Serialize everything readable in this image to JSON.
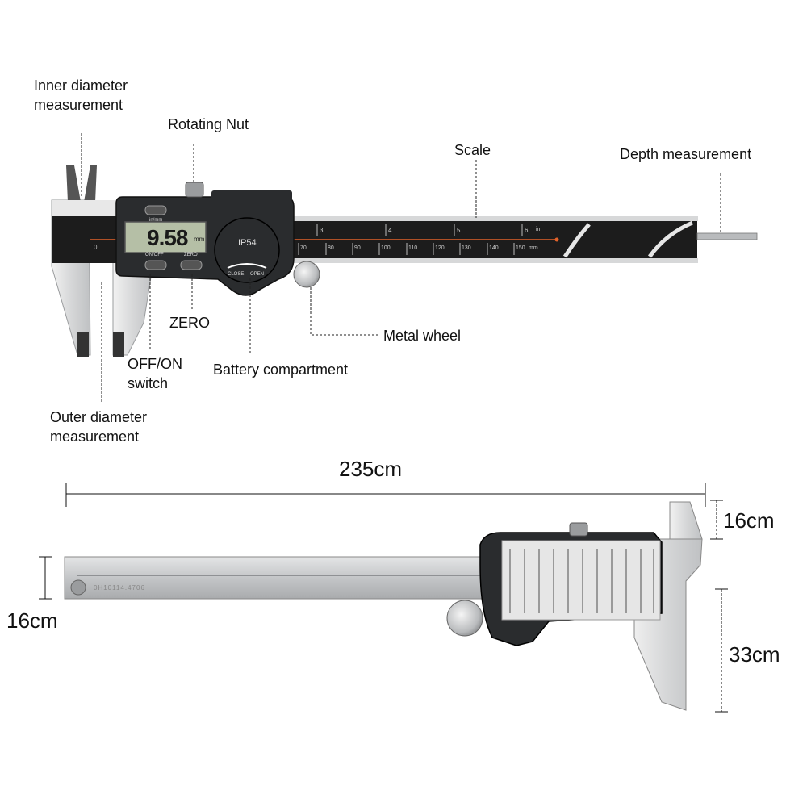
{
  "callouts": {
    "inner_diameter_line1": "Inner diameter",
    "inner_diameter_line2": "measurement",
    "rotating_nut": "Rotating Nut",
    "scale": "Scale",
    "depth_measurement": "Depth measurement",
    "zero": "ZERO",
    "off_on_line1": "OFF/ON",
    "off_on_line2": "switch",
    "battery_compartment": "Battery compartment",
    "metal_wheel": "Metal wheel",
    "outer_diameter_line1": "Outer diameter",
    "outer_diameter_line2": "measurement"
  },
  "caliper": {
    "display_reading": "9.58",
    "display_unit": "mm",
    "inmm_label": "in/mm",
    "onoff_button": "ON/OFF",
    "zero_button": "ZERO",
    "rating": "IP54",
    "battery_close": "CLOSE",
    "battery_open": "OPEN",
    "inch_unit": "in",
    "mm_unit": "mm",
    "inch_ticks": [
      "3",
      "4",
      "5",
      "6"
    ],
    "mm_ticks": [
      "70",
      "80",
      "90",
      "100",
      "110",
      "120",
      "130",
      "140",
      "150"
    ],
    "zero_tick": "0",
    "serial": "0H10114.4706"
  },
  "dimensions": {
    "length": "235cm",
    "jaw_top": "16cm",
    "bar_height": "16cm",
    "jaw_bottom": "33cm"
  },
  "colors": {
    "scale_black": "#1c1c1c",
    "steel": "#c9cbcd",
    "accent_orange": "#e2622a",
    "lcd": "#b5bfa6"
  }
}
